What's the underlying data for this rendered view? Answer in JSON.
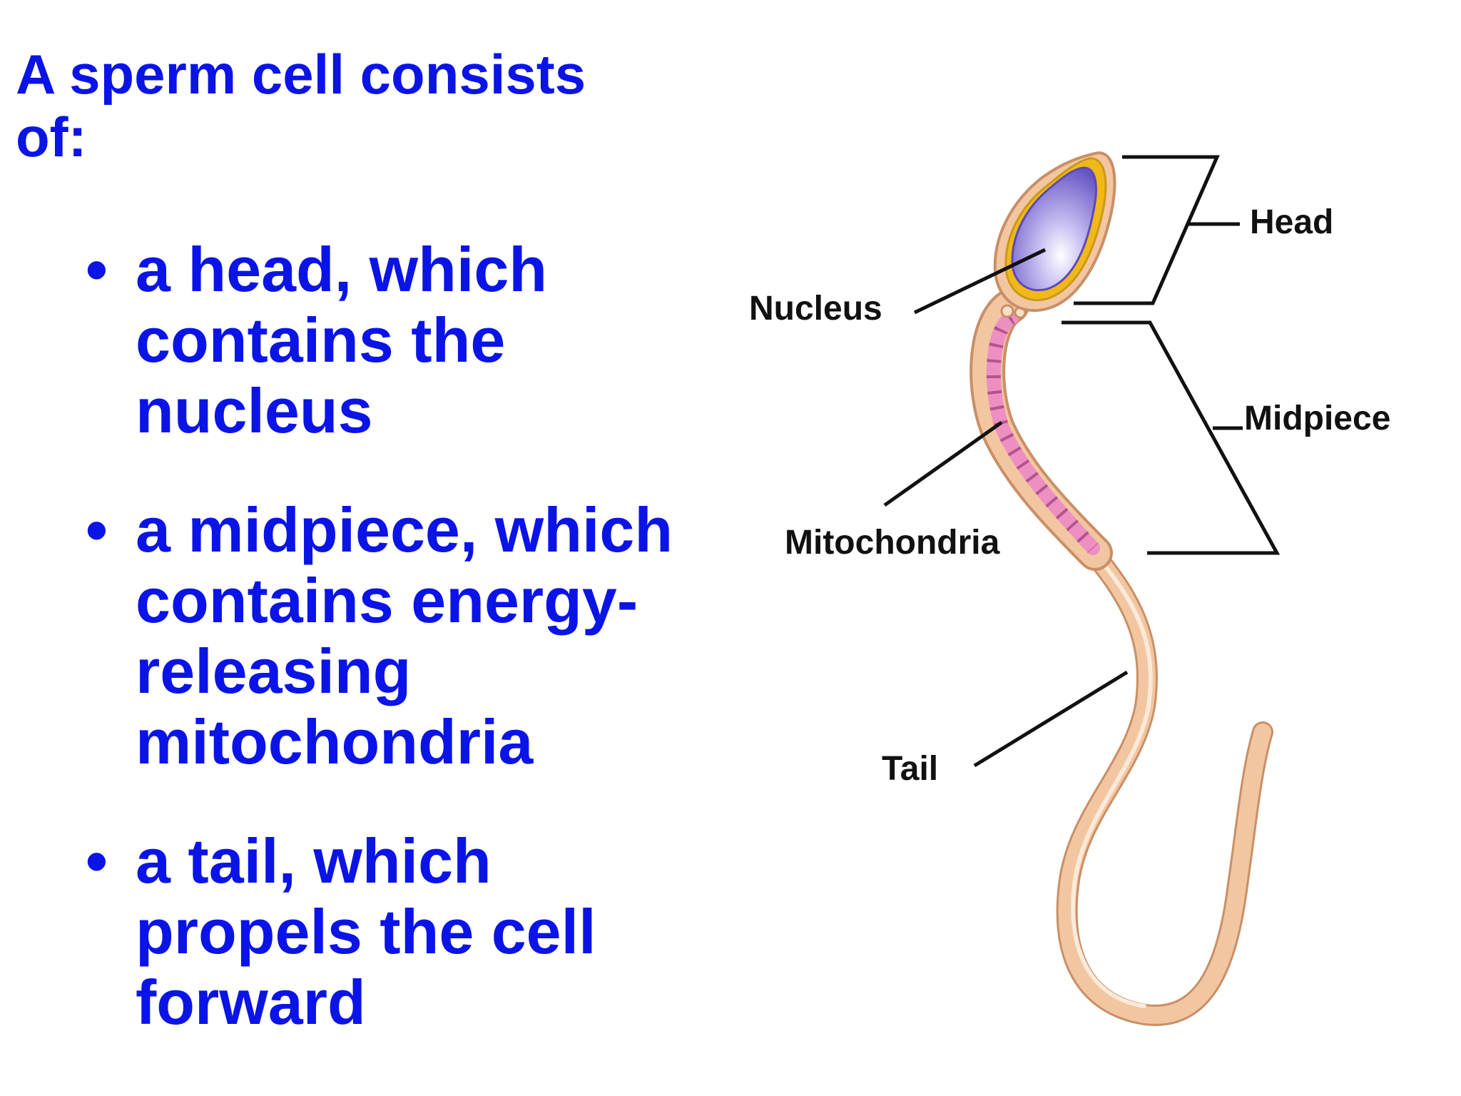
{
  "title": "A sperm cell consists of:",
  "bullets": [
    {
      "marker": "•",
      "text": "a head, which contains the nucleus"
    },
    {
      "marker": "•",
      "text": "a midpiece, which contains energy-releasing mitochondria"
    },
    {
      "marker": "•",
      "text": "a tail, which propels the cell forward"
    }
  ],
  "diagram": {
    "labels": {
      "head": "Head",
      "midpiece": "Midpiece",
      "nucleus": "Nucleus",
      "mitochondria": "Mitochondria",
      "tail": "Tail"
    },
    "colors": {
      "text_blue": "#0b14e6",
      "cell_body": "#f2c6a0",
      "cell_outline": "#c98f66",
      "acrosome": "#f2b81a",
      "nucleus": "#7d6fd0",
      "mitochondria": "#ee8fc2",
      "leader_lines": "#111111"
    }
  }
}
